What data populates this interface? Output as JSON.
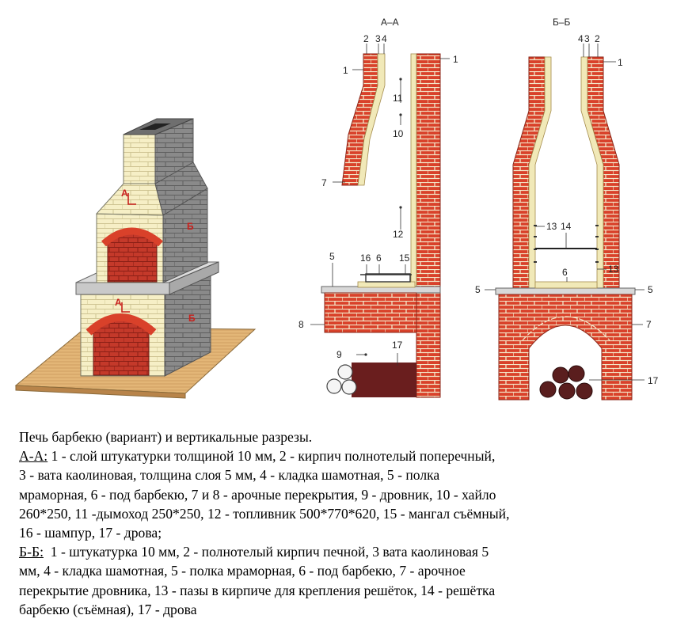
{
  "figure": {
    "section_titles": {
      "aa": "А–А",
      "bb": "Б–Б"
    },
    "markers": {
      "upper": "А",
      "lower": "А",
      "side_upper": "Б",
      "side_lower": "Б"
    },
    "aa_labels": {
      "n1a": "1",
      "n2": "2",
      "n3": "3",
      "n4": "4",
      "n1b": "1",
      "n7": "7",
      "n11": "11",
      "n10": "10",
      "n12": "12",
      "n5": "5",
      "n16": "16",
      "n6": "6",
      "n15": "15",
      "n8": "8",
      "n9": "9",
      "n17": "17"
    },
    "bb_labels": {
      "n4": "4",
      "n3": "3",
      "n2": "2",
      "n1": "1",
      "n13a": "13",
      "n14": "14",
      "n13b": "13",
      "n6": "6",
      "n5a": "5",
      "n5b": "5",
      "n7": "7",
      "n17": "17"
    }
  },
  "caption": {
    "line1": "Печь барбекю (вариант) и вертикальные разрезы.",
    "aa_head": "А-А:",
    "aa_l1": " 1 - слой штукатурки толщиной 10 мм, 2 - кирпич полнотелый поперечный,",
    "aa_l2": "3 - вата каолиновая, толщина слоя 5 мм, 4 - кладка шамотная, 5 - полка",
    "aa_l3": "мраморная, 6 - под барбекю, 7 и 8 - арочные перекрытия, 9 - дровник, 10 - хайло",
    "aa_l4": "260*250, 11 -дымоход 250*250, 12 - топливник 500*770*620, 15 - мангал съёмный,",
    "aa_l5": "16 - шампур, 17 - дрова;",
    "bb_head": "Б-Б:",
    "bb_l1": "  1 - штукатурка 10 мм, 2 - полнотелый кирпич печной, 3 вата каолиновая 5",
    "bb_l2": "мм, 4 - кладка шамотная, 5 - полка мраморная, 6 - под барбекю, 7 - арочное",
    "bb_l3": "перекрытие дровника, 13 - пазы в кирпиче для крепления решёток, 14 - решётка",
    "bb_l4": "барбекю (съёмная), 17 - дрова"
  },
  "colors": {
    "brick": "#d9412a",
    "mortar": "#f3e6c8",
    "plaster": "#f1e9b8",
    "stone": "#8d8d8d",
    "floor": "#e2b77a",
    "wood": "#5a1e1e"
  }
}
